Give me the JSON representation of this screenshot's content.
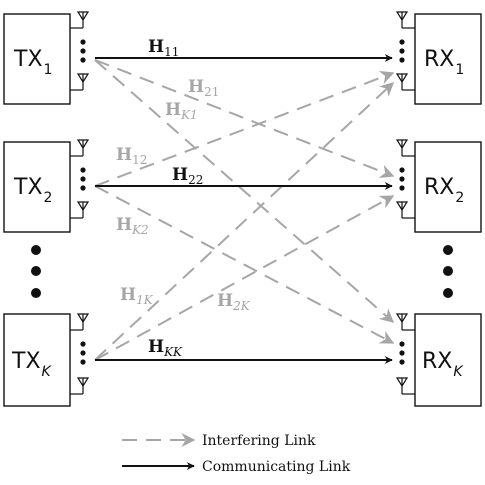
{
  "colors": {
    "communicating": "#111111",
    "interfering": "#a6a6a6"
  },
  "transmitters": [
    {
      "base": "TX",
      "sub": "1",
      "sub_italic": false
    },
    {
      "base": "TX",
      "sub": "2",
      "sub_italic": false
    },
    {
      "base": "TX",
      "sub": "K",
      "sub_italic": true
    }
  ],
  "receivers": [
    {
      "base": "RX",
      "sub": "1",
      "sub_italic": false
    },
    {
      "base": "RX",
      "sub": "2",
      "sub_italic": false
    },
    {
      "base": "RX",
      "sub": "K",
      "sub_italic": true
    }
  ],
  "links": {
    "direct": [
      {
        "h": "H",
        "sub": "11",
        "sub_italic": false
      },
      {
        "h": "H",
        "sub": "22",
        "sub_italic": false
      },
      {
        "h": "H",
        "sub": "KK",
        "sub_italic": true
      }
    ],
    "interfering": [
      {
        "h": "H",
        "sub": "21",
        "sub_italic": false
      },
      {
        "h": "H",
        "sub": "K1",
        "sub_italic": true
      },
      {
        "h": "H",
        "sub": "12",
        "sub_italic": false
      },
      {
        "h": "H",
        "sub": "K2",
        "sub_italic": true
      },
      {
        "h": "H",
        "sub": "1K",
        "sub_italic": true
      },
      {
        "h": "H",
        "sub": "2K",
        "sub_italic": true
      }
    ]
  },
  "legend": {
    "interfering": "Interfering Link",
    "communicating": "Communicating Link"
  }
}
